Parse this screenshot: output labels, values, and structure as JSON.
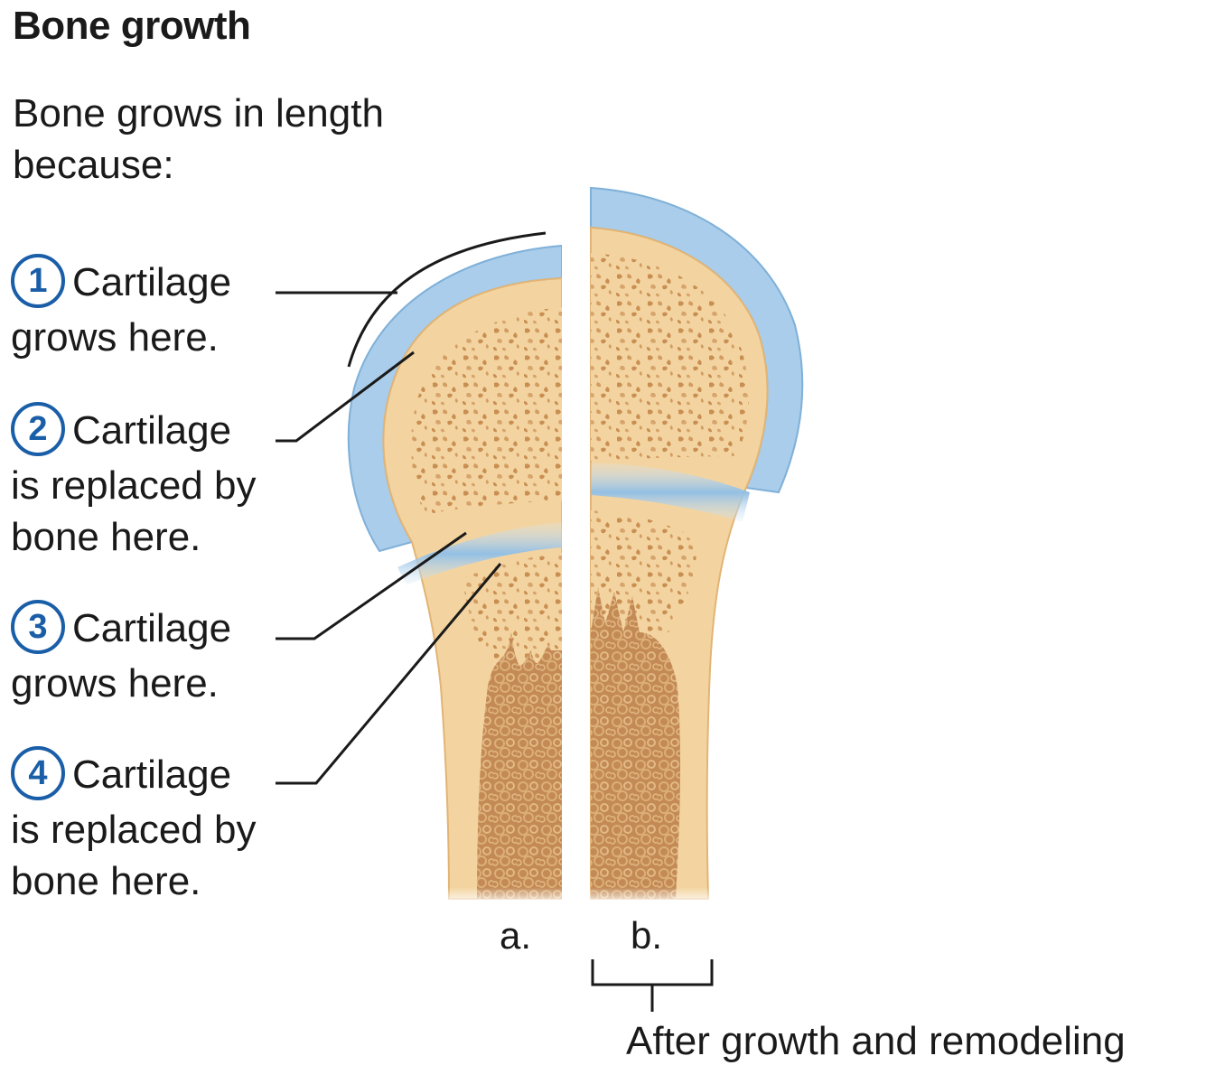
{
  "title": "Bone growth",
  "intro": "Bone grows in length because:",
  "steps": [
    {
      "number": "1",
      "head": "Cartilage",
      "rest": "grows here."
    },
    {
      "number": "2",
      "head": "Cartilage",
      "rest": "is replaced by bone here."
    },
    {
      "number": "3",
      "head": "Cartilage",
      "rest": "grows here."
    },
    {
      "number": "4",
      "head": "Cartilage",
      "rest": "is replaced by bone here."
    }
  ],
  "panels": {
    "a": "a.",
    "b": "b."
  },
  "caption": "After growth and remodeling",
  "colors": {
    "cartilage": "#a9cdea",
    "bone": "#f4d7a6",
    "bone_edge": "#e6b777",
    "marrow": "#c8905a",
    "number_accent": "#1a5ea8"
  }
}
